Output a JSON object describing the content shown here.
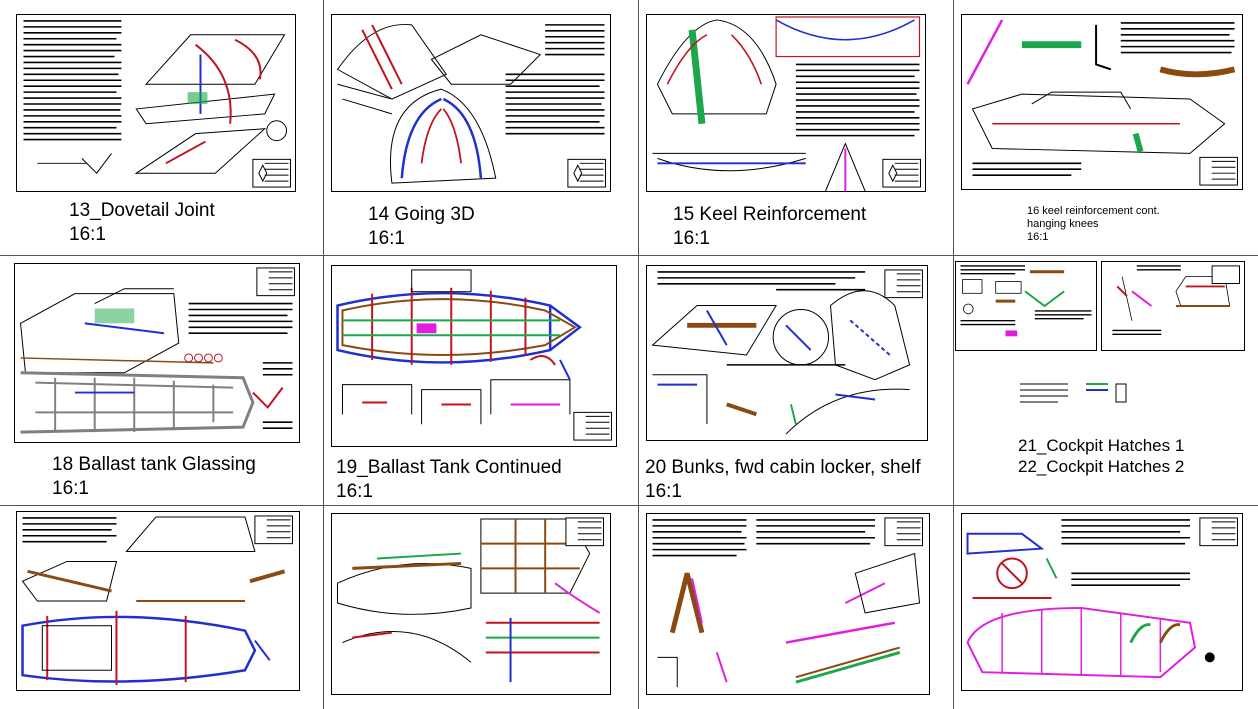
{
  "captions": {
    "c13": {
      "title": "13_Dovetail Joint",
      "scale": "16:1"
    },
    "c14": {
      "title": "14 Going 3D",
      "scale": "16:1"
    },
    "c15": {
      "title": "15 Keel Reinforcement",
      "scale": "16:1"
    },
    "c16": {
      "line1": "16 keel reinforcement cont.",
      "line2": "hanging knees",
      "scale": "16:1"
    },
    "c18": {
      "title": "18 Ballast tank Glassing",
      "scale": "16:1"
    },
    "c19": {
      "title": "19_Ballast Tank Continued",
      "scale": "16:1"
    },
    "c20": {
      "title": "20 Bunks, fwd cabin locker, shelf",
      "scale": "16:1"
    },
    "c21": {
      "line1": "21_Cockpit Hatches 1",
      "line2": "22_Cockpit Hatches 2"
    }
  },
  "colors": {
    "red": "#c0141e",
    "blue": "#1f2fd0",
    "green": "#1aa84a",
    "magenta": "#e01ee0",
    "brown": "#8a4a12",
    "gray": "#808080"
  }
}
